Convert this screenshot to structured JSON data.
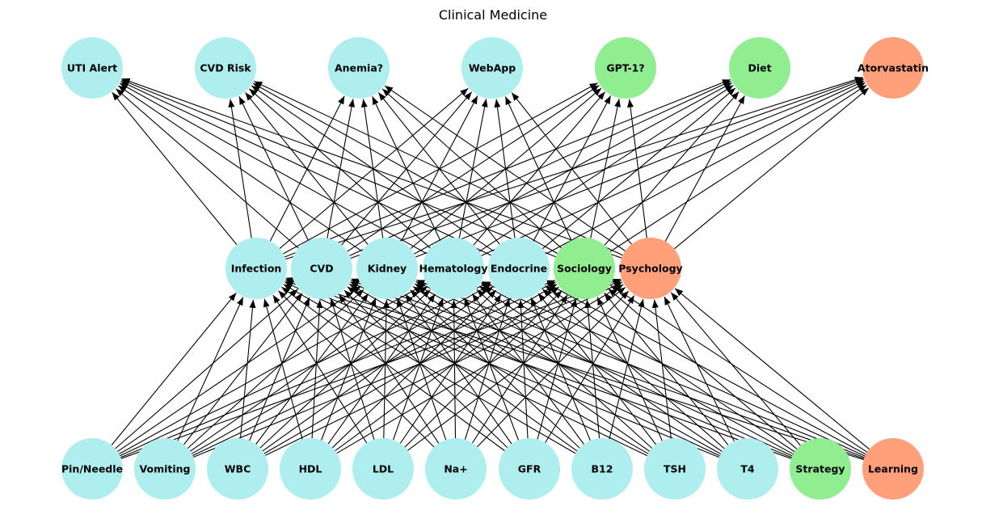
{
  "title": "Clinical Medicine",
  "colors": {
    "cyan": "#afeeee",
    "green": "#90ee90",
    "salmon": "#ffa07a",
    "edge": "#000000"
  },
  "layers": [
    {
      "name": "inputs",
      "nodes": [
        {
          "id": "pin-needle",
          "label": "Pin/Needle",
          "color": "cyan"
        },
        {
          "id": "vomiting",
          "label": "Vomiting",
          "color": "cyan"
        },
        {
          "id": "wbc",
          "label": "WBC",
          "color": "cyan"
        },
        {
          "id": "hdl",
          "label": "HDL",
          "color": "cyan"
        },
        {
          "id": "ldl",
          "label": "LDL",
          "color": "cyan"
        },
        {
          "id": "na",
          "label": "Na+",
          "color": "cyan"
        },
        {
          "id": "gfr",
          "label": "GFR",
          "color": "cyan"
        },
        {
          "id": "b12",
          "label": "B12",
          "color": "cyan"
        },
        {
          "id": "tsh",
          "label": "TSH",
          "color": "cyan"
        },
        {
          "id": "t4",
          "label": "T4",
          "color": "cyan"
        },
        {
          "id": "strategy",
          "label": "Strategy",
          "color": "green"
        },
        {
          "id": "learning",
          "label": "Learning",
          "color": "salmon"
        }
      ]
    },
    {
      "name": "hidden",
      "nodes": [
        {
          "id": "infection",
          "label": "Infection",
          "color": "cyan"
        },
        {
          "id": "cvd",
          "label": "CVD",
          "color": "cyan"
        },
        {
          "id": "kidney",
          "label": "Kidney",
          "color": "cyan"
        },
        {
          "id": "hematology",
          "label": "Hematology",
          "color": "cyan"
        },
        {
          "id": "endocrine",
          "label": "Endocrine",
          "color": "cyan"
        },
        {
          "id": "sociology",
          "label": "Sociology",
          "color": "green"
        },
        {
          "id": "psychology",
          "label": "Psychology",
          "color": "salmon"
        }
      ]
    },
    {
      "name": "outputs",
      "nodes": [
        {
          "id": "uti-alert",
          "label": "UTI Alert",
          "color": "cyan"
        },
        {
          "id": "cvd-risk",
          "label": "CVD Risk",
          "color": "cyan"
        },
        {
          "id": "anemia",
          "label": "Anemia?",
          "color": "cyan"
        },
        {
          "id": "webapp",
          "label": "WebApp",
          "color": "cyan"
        },
        {
          "id": "gpt-1",
          "label": "GPT-1?",
          "color": "green"
        },
        {
          "id": "diet",
          "label": "Diet",
          "color": "green"
        },
        {
          "id": "atorvastatin",
          "label": "Atorvastatin",
          "color": "salmon"
        }
      ]
    }
  ],
  "connectivity": "fully-connected between consecutive layers"
}
